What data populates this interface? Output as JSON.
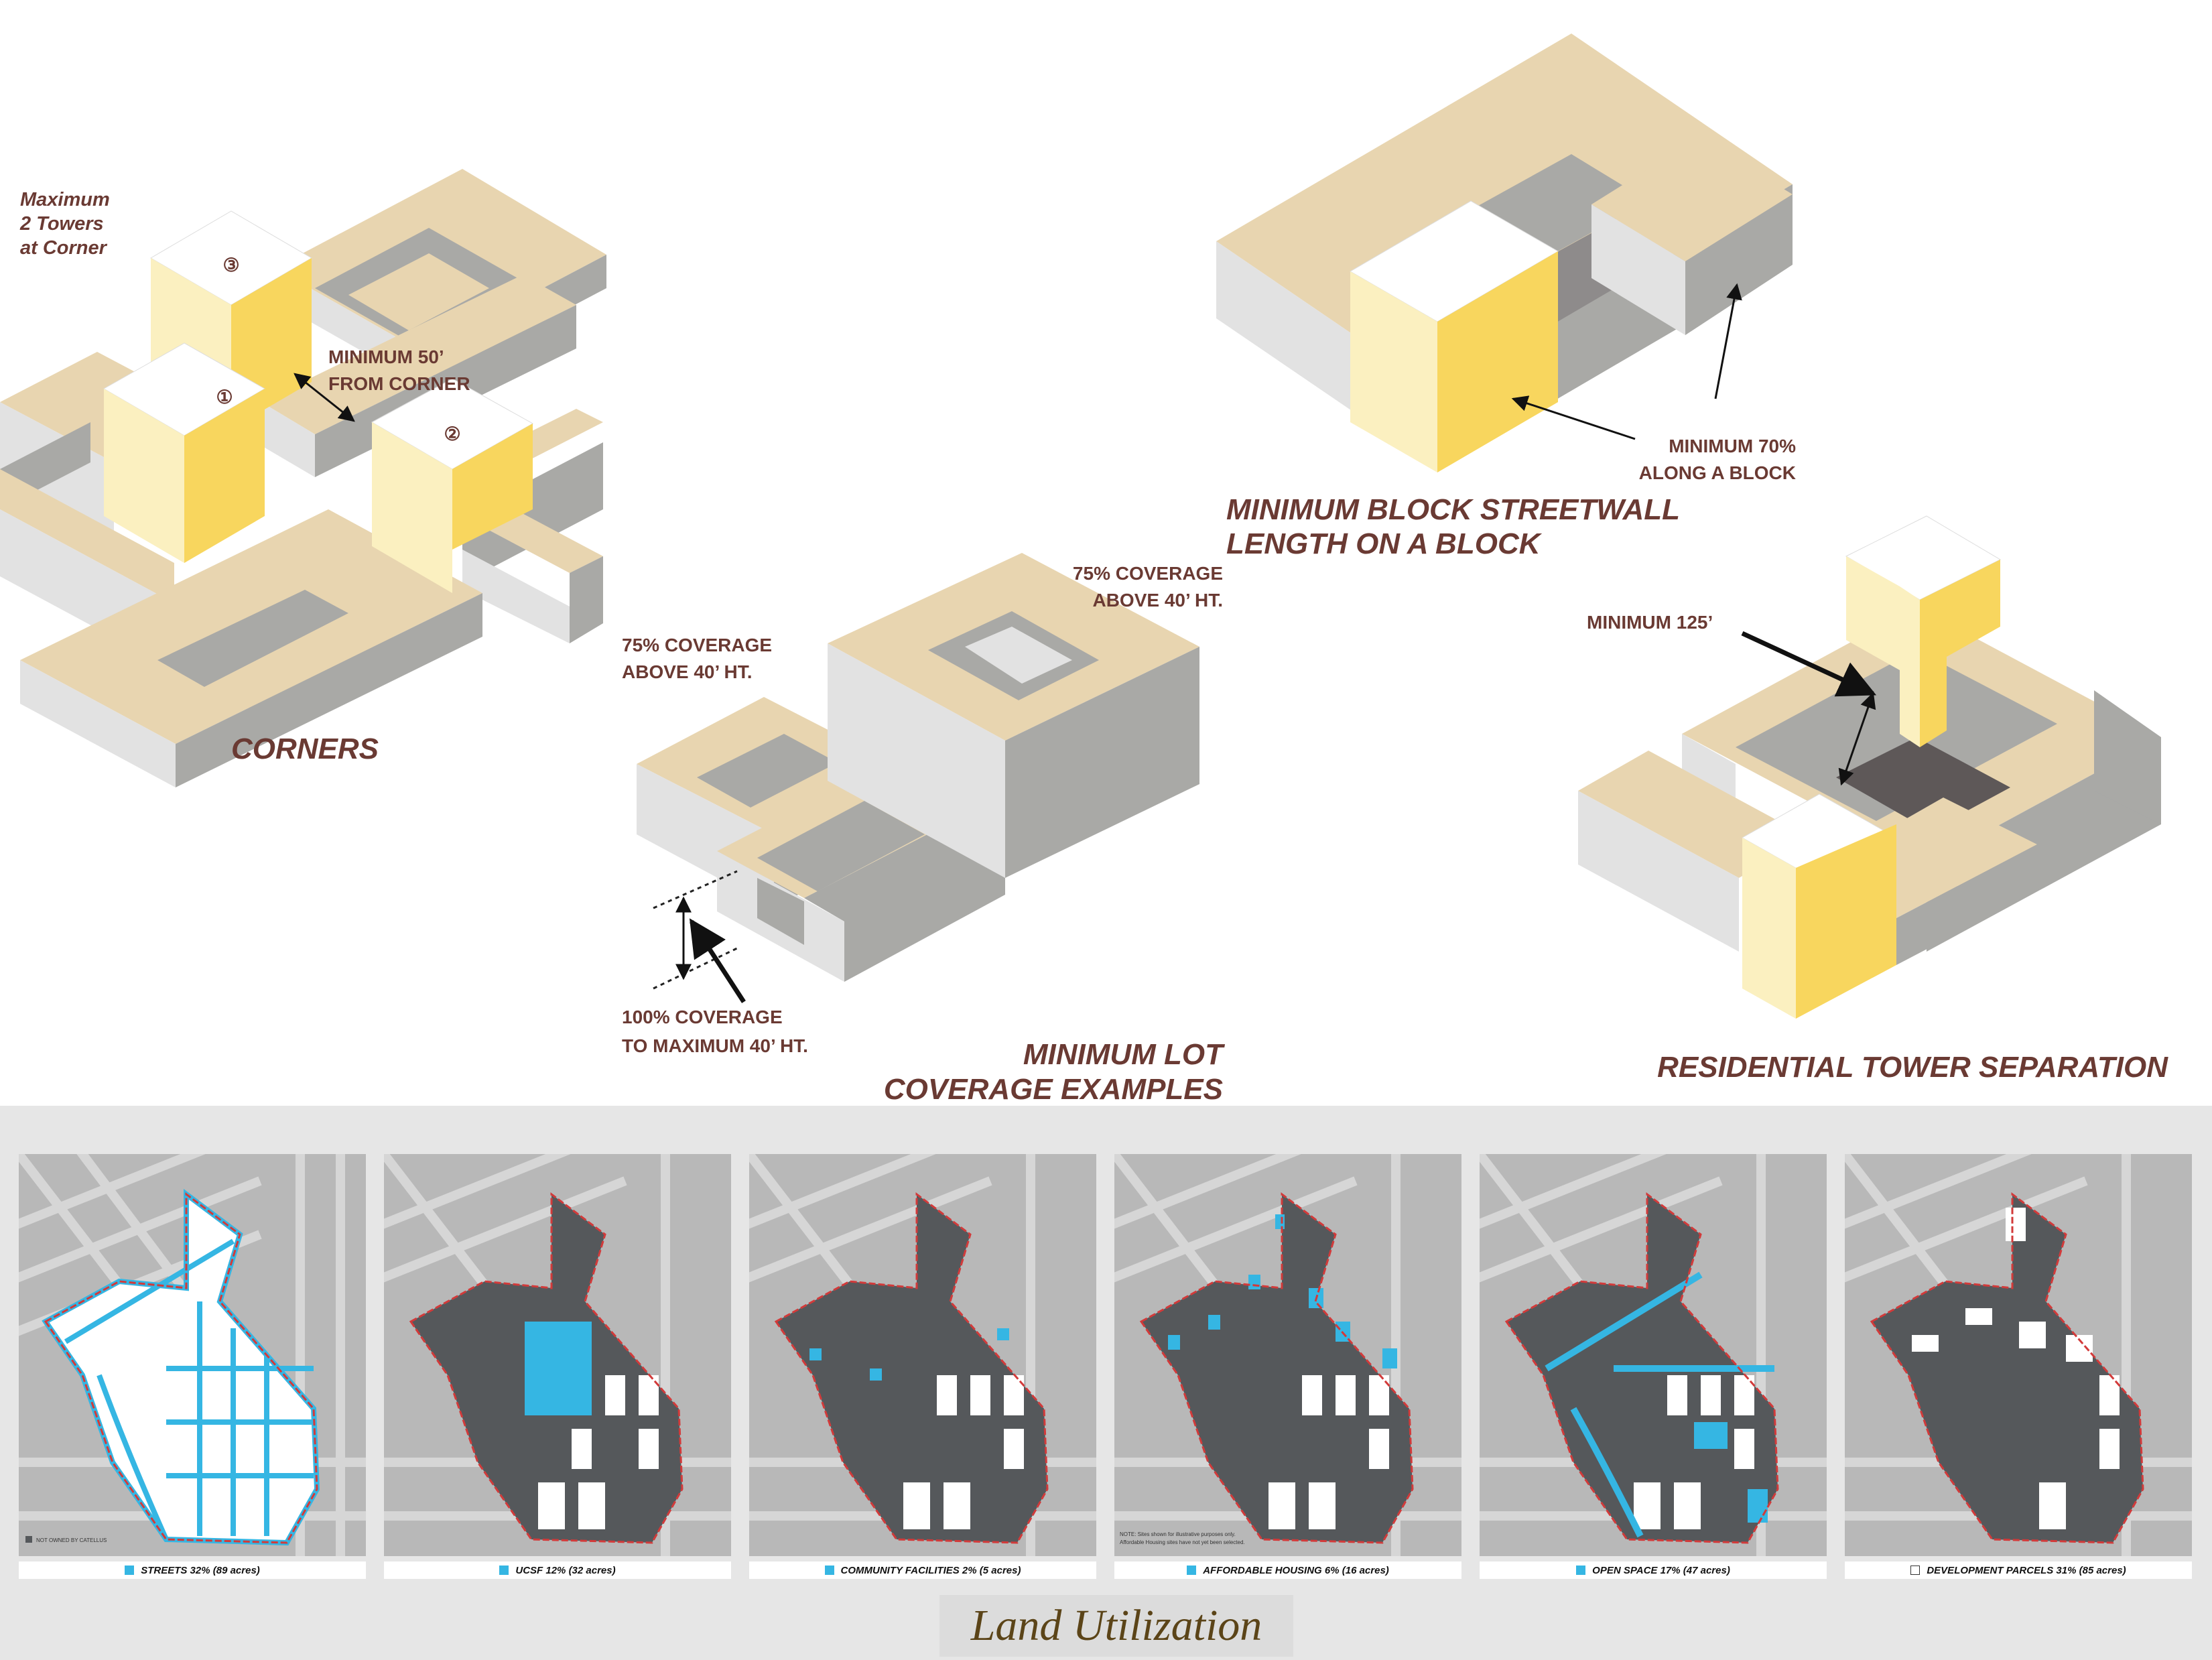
{
  "diagrams": {
    "corners": {
      "title": "CORNERS",
      "note_line1": "Maximum",
      "note_line2": "2 Towers",
      "note_line3": "at Corner",
      "dimension_line1": "MINIMUM 50’",
      "dimension_line2": "FROM CORNER",
      "tower_1": "①",
      "tower_2": "②",
      "tower_3": "③"
    },
    "lot_coverage": {
      "title_line1": "MINIMUM  LOT",
      "title_line2": "COVERAGE EXAMPLES",
      "left_coverage_line1": "75% COVERAGE",
      "left_coverage_line2": "ABOVE 40’ HT.",
      "right_coverage_line1": "75% COVERAGE",
      "right_coverage_line2": "ABOVE 40’ HT.",
      "base_coverage_line1": "100% COVERAGE",
      "base_coverage_line2": "TO MAXIMUM 40’ HT."
    },
    "streetwall": {
      "title_line1": "MINIMUM BLOCK STREETWALL",
      "title_line2": "LENGTH ON A BLOCK",
      "dimension_line1": "MINIMUM 70%",
      "dimension_line2": "ALONG A BLOCK"
    },
    "tower_separation": {
      "title": "RESIDENTIAL TOWER SEPARATION",
      "dimension": "MINIMUM 125’"
    }
  },
  "colors": {
    "roof": "#e8d5b0",
    "wall_light": "#e2e2e2",
    "wall_dark": "#a9a9a6",
    "tower_light": "#fbf0c0",
    "tower_dark": "#f8d65e",
    "label": "#6a3a33",
    "map_background": "#b8b8b8",
    "map_streets": "#d6d6d6",
    "parcel_fill": "#55585b",
    "highlight": "#35b6e3",
    "boundary": "#d23a3a"
  },
  "land_utilization": {
    "title": "Land Utilization",
    "legend": [
      {
        "label": "STREETS 32% (89 acres)",
        "swatch": "blue"
      },
      {
        "label": "UCSF 12% (32 acres)",
        "swatch": "blue"
      },
      {
        "label": "COMMUNITY FACILITIES 2% (5 acres)",
        "swatch": "blue"
      },
      {
        "label": "AFFORDABLE HOUSING 6% (16 acres)",
        "swatch": "blue"
      },
      {
        "label": "OPEN SPACE 17% (47 acres)",
        "swatch": "blue"
      },
      {
        "label": "DEVELOPMENT PARCELS 31% (85 acres)",
        "swatch": "white"
      }
    ],
    "map_notes": {
      "map1": "NOT OWNED BY CATELLUS",
      "map4_line1": "NOTE: Sites shown for illustrative purposes only.",
      "map4_line2": "Affordable Housing sites have not yet been selected."
    }
  }
}
